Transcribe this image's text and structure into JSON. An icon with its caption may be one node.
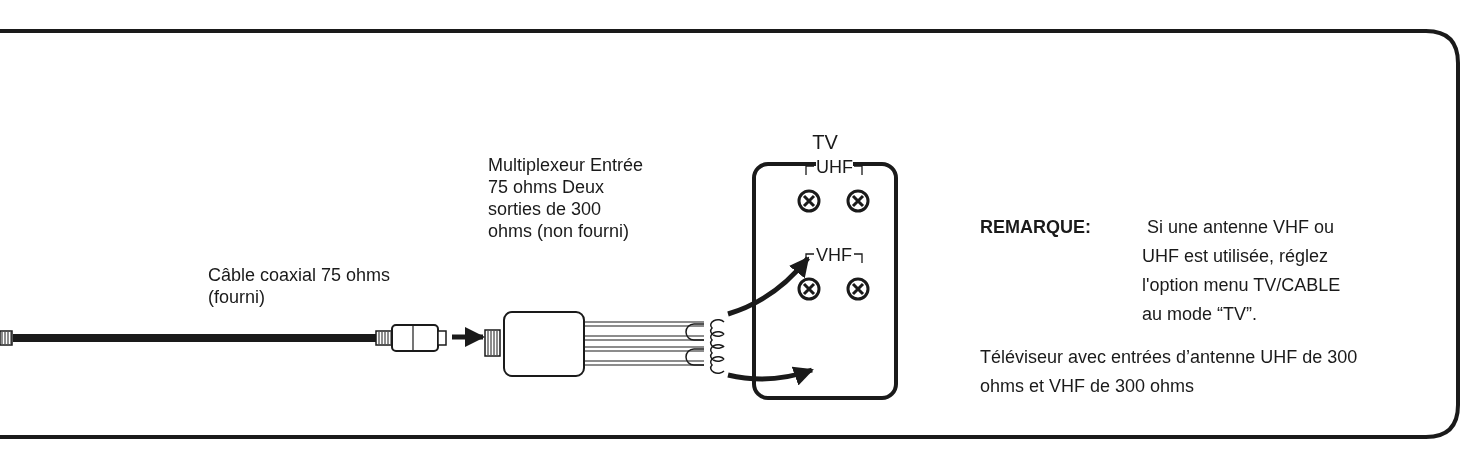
{
  "diagram": {
    "nodes": [
      {
        "text": [],
        "shape": "cable",
        "beside": [
          "Câble coaxial 75 ohms (fourni)"
        ]
      },
      {
        "text": [],
        "shape": "box",
        "beside": [
          "Multiplexeur Entrée 75 ohms Deux sorties de 300 ohms (non fourni)"
        ]
      },
      {
        "text": [
          "TV"
        ]
      },
      {
        "text": [
          "UHF"
        ],
        "in": 2
      },
      {
        "text": [
          "VHF"
        ],
        "in": 2
      }
    ],
    "edges": [
      {
        "from": 0,
        "to": 1,
        "arrow": "to"
      },
      {
        "from": 1,
        "to": 3,
        "arrow": "to"
      },
      {
        "from": 1,
        "to": 4,
        "arrow": "to"
      }
    ],
    "labels": [
      "**REMARQUE:** Si une antenne VHF ou UHF est utilisée, réglez l'option menu TV/CABLE au mode “TV”.",
      "Téléviseur avec entrées d’antenne UHF de 300 ohms et VHF de 300 ohms"
    ]
  }
}
